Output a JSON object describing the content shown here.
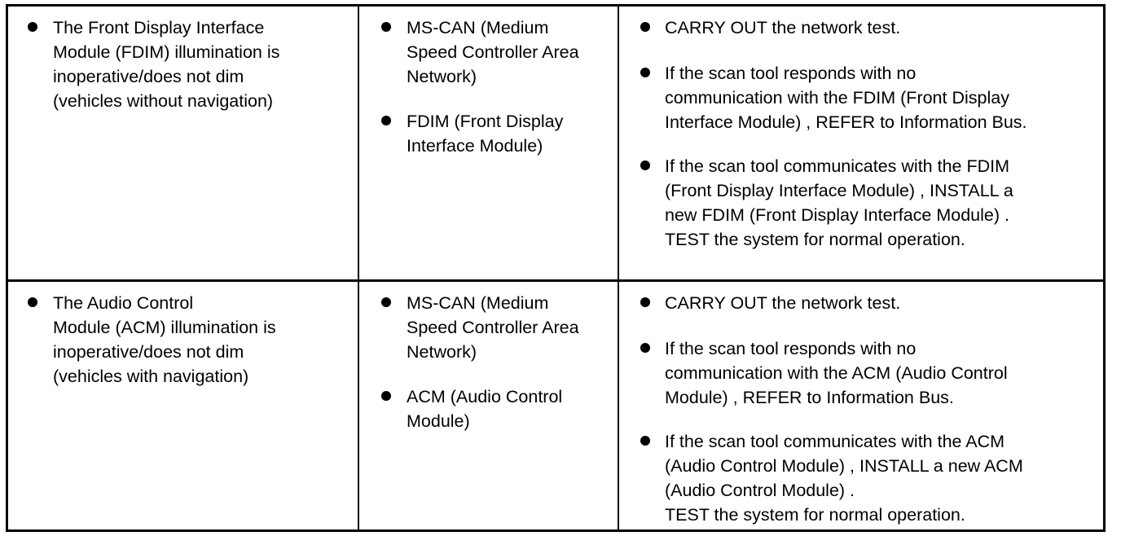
{
  "rows": [
    {
      "symptom": "The Front Display Interface\nModule (FDIM) illumination is\ninoperative/does not dim\n(vehicles without navigation)",
      "sources": [
        "MS-CAN (Medium\nSpeed Controller Area\nNetwork)",
        "FDIM (Front Display\nInterface Module)"
      ],
      "actions": [
        "CARRY OUT the network test.",
        "If the scan tool responds with no\ncommunication with the FDIM (Front Display\nInterface Module) , REFER to Information Bus.",
        "If the scan tool communicates with the FDIM\n(Front Display Interface Module) , INSTALL a\nnew FDIM (Front Display Interface Module) .\n TEST the system for normal operation."
      ]
    },
    {
      "symptom": "The Audio Control\nModule (ACM) illumination is\ninoperative/does not dim\n(vehicles with navigation)",
      "sources": [
        "MS-CAN (Medium\nSpeed Controller Area\nNetwork)",
        "ACM (Audio Control\nModule)"
      ],
      "actions": [
        "CARRY OUT the network test.",
        "If the scan tool responds with no\ncommunication with the ACM (Audio Control\nModule) , REFER to Information Bus.",
        "If the scan tool communicates with the ACM\n(Audio Control Module) , INSTALL a new ACM\n(Audio Control Module) .\n TEST the system for normal operation."
      ]
    }
  ]
}
